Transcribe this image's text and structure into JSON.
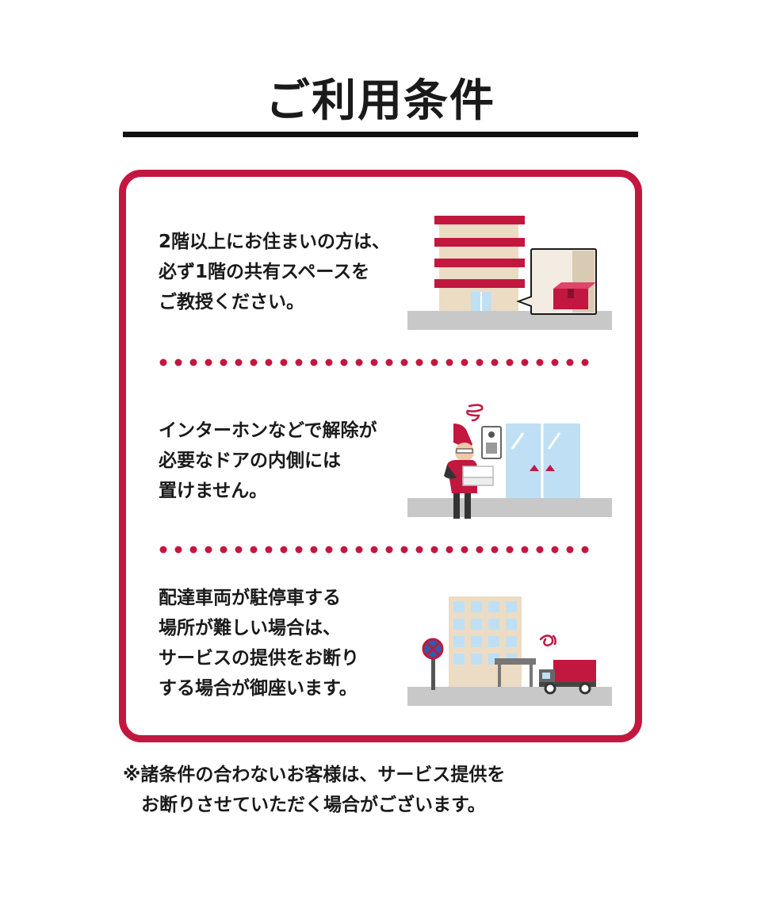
{
  "title": "ご利用条件",
  "items": [
    {
      "text": "2階以上にお住まいの方は、\n必ず1階の共有スペースを\nご教授ください。"
    },
    {
      "text": "インターホンなどで解除が\n必要なドアの内側には\n置けません。"
    },
    {
      "text": "配達車両が駐停車する\n場所が難しい場合は、\nサービスの提供をお断り\nする場合が御座います。"
    }
  ],
  "note": "※諸条件の合わないお客様は、サービス提供を\n　お断りさせていただく場合がございます。",
  "colors": {
    "accent": "#c2173f",
    "text": "#1a1a1a",
    "ground": "#c8c8c8",
    "building": "#ecdcc4",
    "glass": "#bfe0f4"
  },
  "icons": {
    "illustration_1": "apartment-building-with-parcel",
    "illustration_2": "courier-at-locked-door",
    "illustration_3": "office-building-no-parking-truck"
  }
}
